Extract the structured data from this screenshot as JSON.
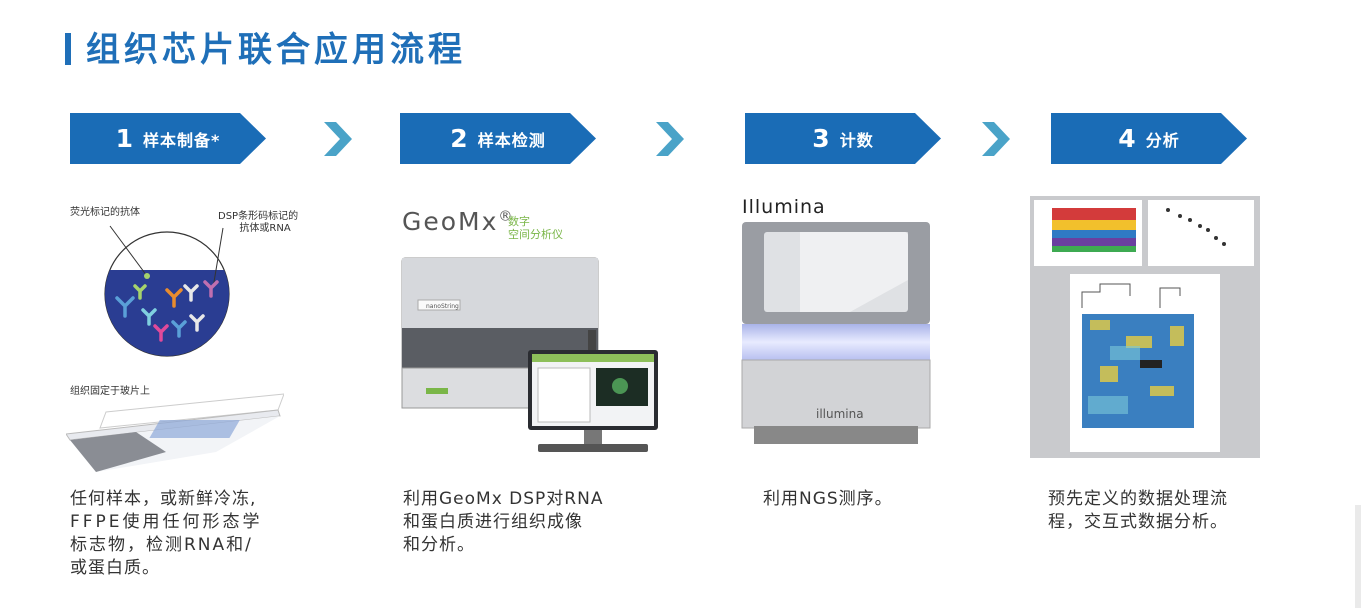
{
  "title": "组织芯片联合应用流程",
  "steps": [
    {
      "num": "1",
      "label": "样本制备*"
    },
    {
      "num": "2",
      "label": "样本检测"
    },
    {
      "num": "3",
      "label": "计数"
    },
    {
      "num": "4",
      "label": "分析"
    }
  ],
  "step1": {
    "label_fluor": "荧光标记的抗体",
    "label_dsp_line1": "DSP条形码标记的",
    "label_dsp_line2": "抗体或RNA",
    "label_slide": "组织固定于玻片上",
    "desc": [
      "任何样本，或新鲜冷冻,",
      "FFPE使用任何形态学",
      "标志物，检测RNA和/",
      "或蛋白质。"
    ]
  },
  "step2": {
    "brand": "GeoMx",
    "brand_reg": "®",
    "sub_line1": "数字",
    "sub_line2": "空间分析仪",
    "device_label": "nanoString",
    "desc": [
      "利用GeoMx DSP对RNA",
      "和蛋白质进行组织成像",
      "和分析。"
    ]
  },
  "step3": {
    "brand": "Illumina",
    "device_label": "illumina",
    "desc": [
      "利用NGS测序。"
    ]
  },
  "step4": {
    "desc": [
      "预先定义的数据处理流",
      "程，交互式数据分析。"
    ]
  },
  "colors": {
    "primary": "#1a6cb6",
    "chevron": "#4aa3c8",
    "accent_green": "#7ab648"
  }
}
